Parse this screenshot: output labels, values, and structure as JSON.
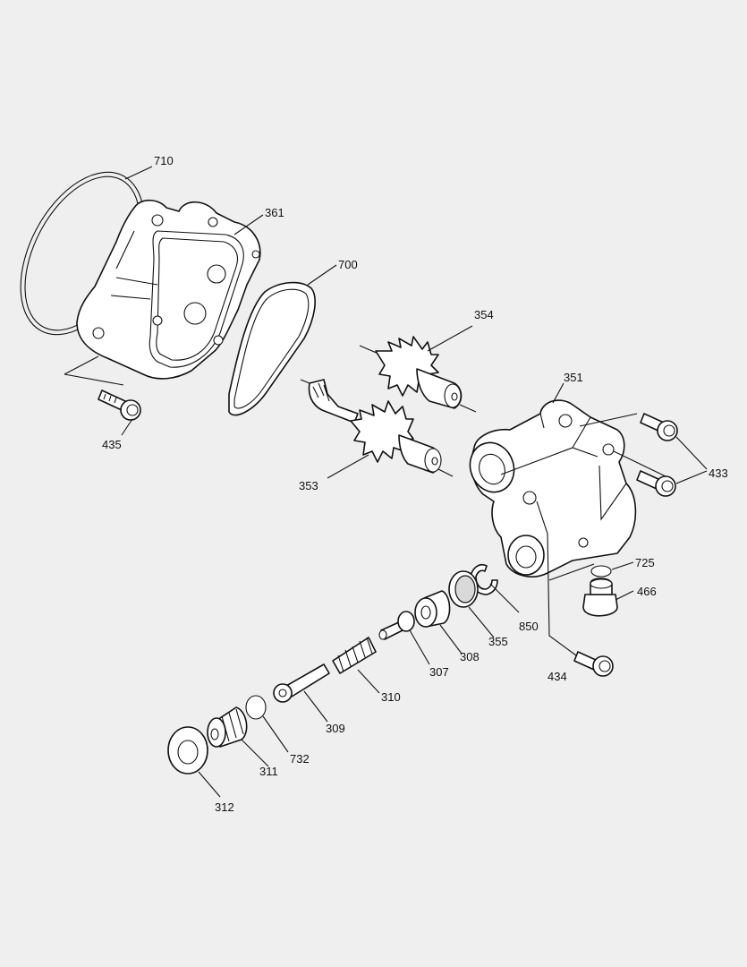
{
  "background_color": "#efefef",
  "line_color": "#111111",
  "part_numbers": {
    "p710": "710",
    "p361": "361",
    "p700": "700",
    "p354": "354",
    "p351": "351",
    "p433": "433",
    "p435": "435",
    "p353": "353",
    "p725": "725",
    "p466": "466",
    "p850": "850",
    "p355": "355",
    "p308": "308",
    "p307": "307",
    "p310": "310",
    "p434": "434",
    "p309": "309",
    "p732": "732",
    "p311": "311",
    "p312": "312"
  }
}
